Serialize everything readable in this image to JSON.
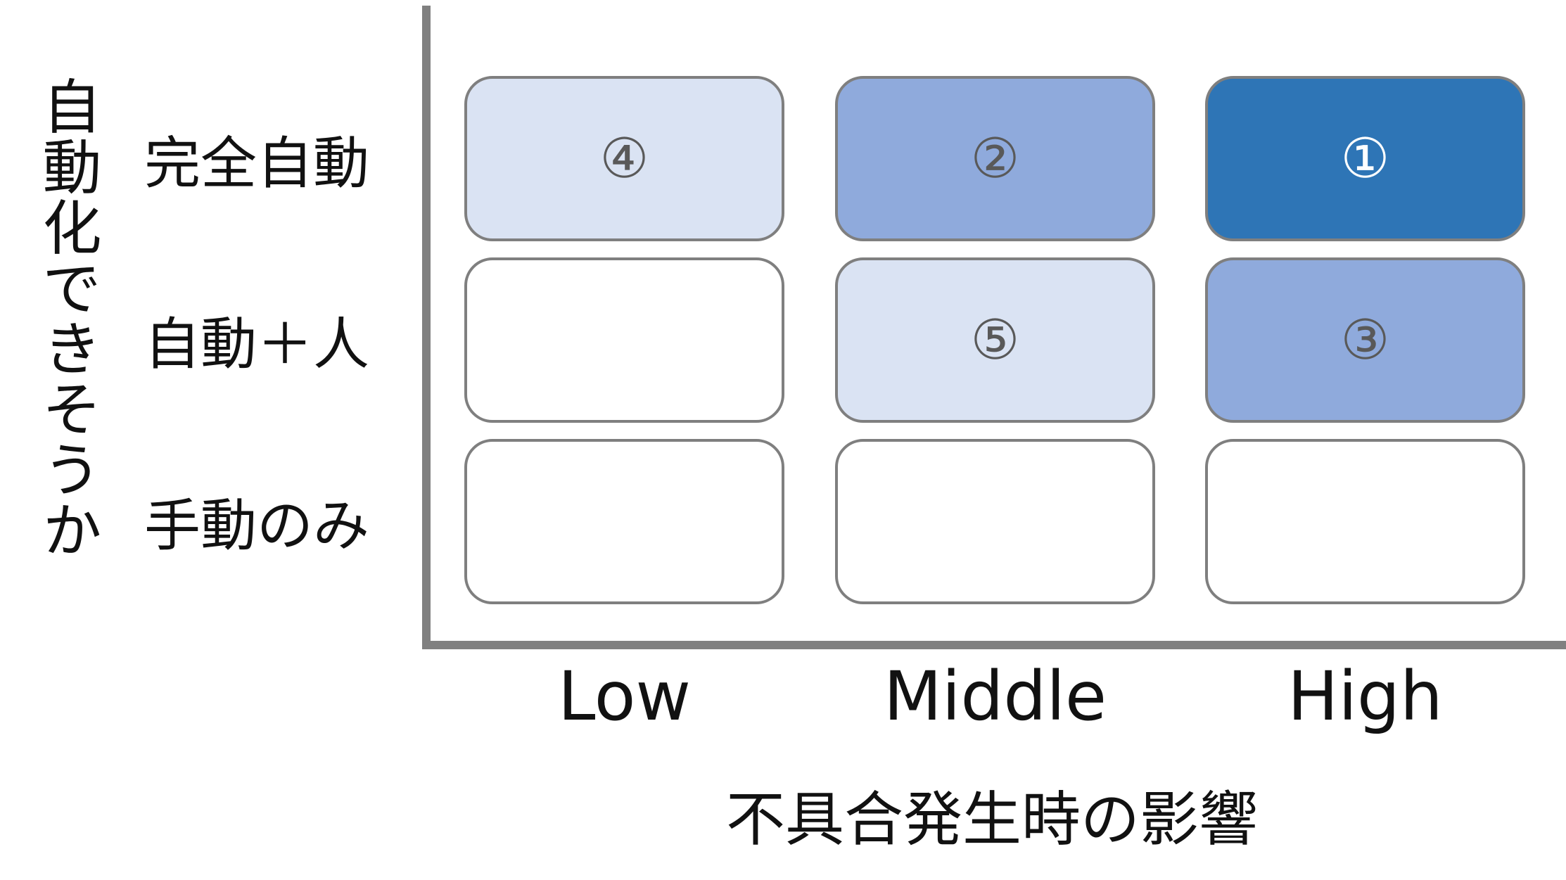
{
  "y_axis": {
    "title": "自動化できそうか",
    "rows": [
      "完全自動",
      "自動＋人",
      "手動のみ"
    ]
  },
  "x_axis": {
    "title": "不具合発生時の影響",
    "columns": [
      "Low",
      "Middle",
      "High"
    ]
  },
  "grid": {
    "rows": [
      [
        {
          "label": "④",
          "fill": "#dae3f3",
          "text_color": "#595959"
        },
        {
          "label": "②",
          "fill": "#8faadc",
          "text_color": "#595959"
        },
        {
          "label": "①",
          "fill": "#2e75b6",
          "text_color": "#ffffff"
        }
      ],
      [
        {
          "label": "",
          "fill": "#ffffff",
          "text_color": "#595959"
        },
        {
          "label": "⑤",
          "fill": "#dae3f3",
          "text_color": "#595959"
        },
        {
          "label": "③",
          "fill": "#8faadc",
          "text_color": "#595959"
        }
      ],
      [
        {
          "label": "",
          "fill": "#ffffff",
          "text_color": "#595959"
        },
        {
          "label": "",
          "fill": "#ffffff",
          "text_color": "#595959"
        },
        {
          "label": "",
          "fill": "#ffffff",
          "text_color": "#595959"
        }
      ]
    ]
  },
  "colors": {
    "axis": "#808080",
    "cell_border": "#7f7f7f",
    "text": "#111111"
  }
}
